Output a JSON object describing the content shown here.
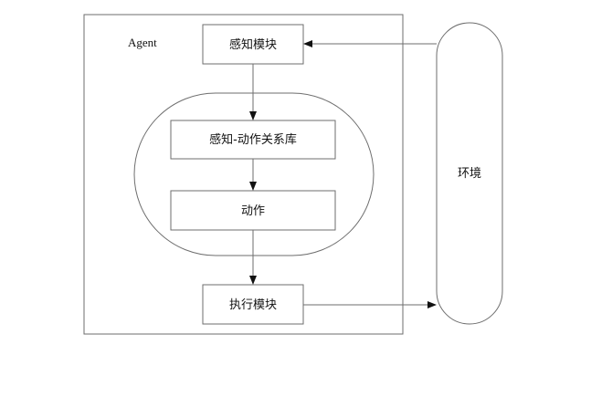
{
  "diagram": {
    "agent_label": "Agent",
    "perception_module": "感知模块",
    "mapping_library": "感知-动作关系库",
    "action": "动作",
    "execution_module": "执行模块",
    "environment": "环境"
  },
  "colors": {
    "stroke": "#6e6e6e",
    "text": "#111111",
    "background": "#ffffff"
  }
}
